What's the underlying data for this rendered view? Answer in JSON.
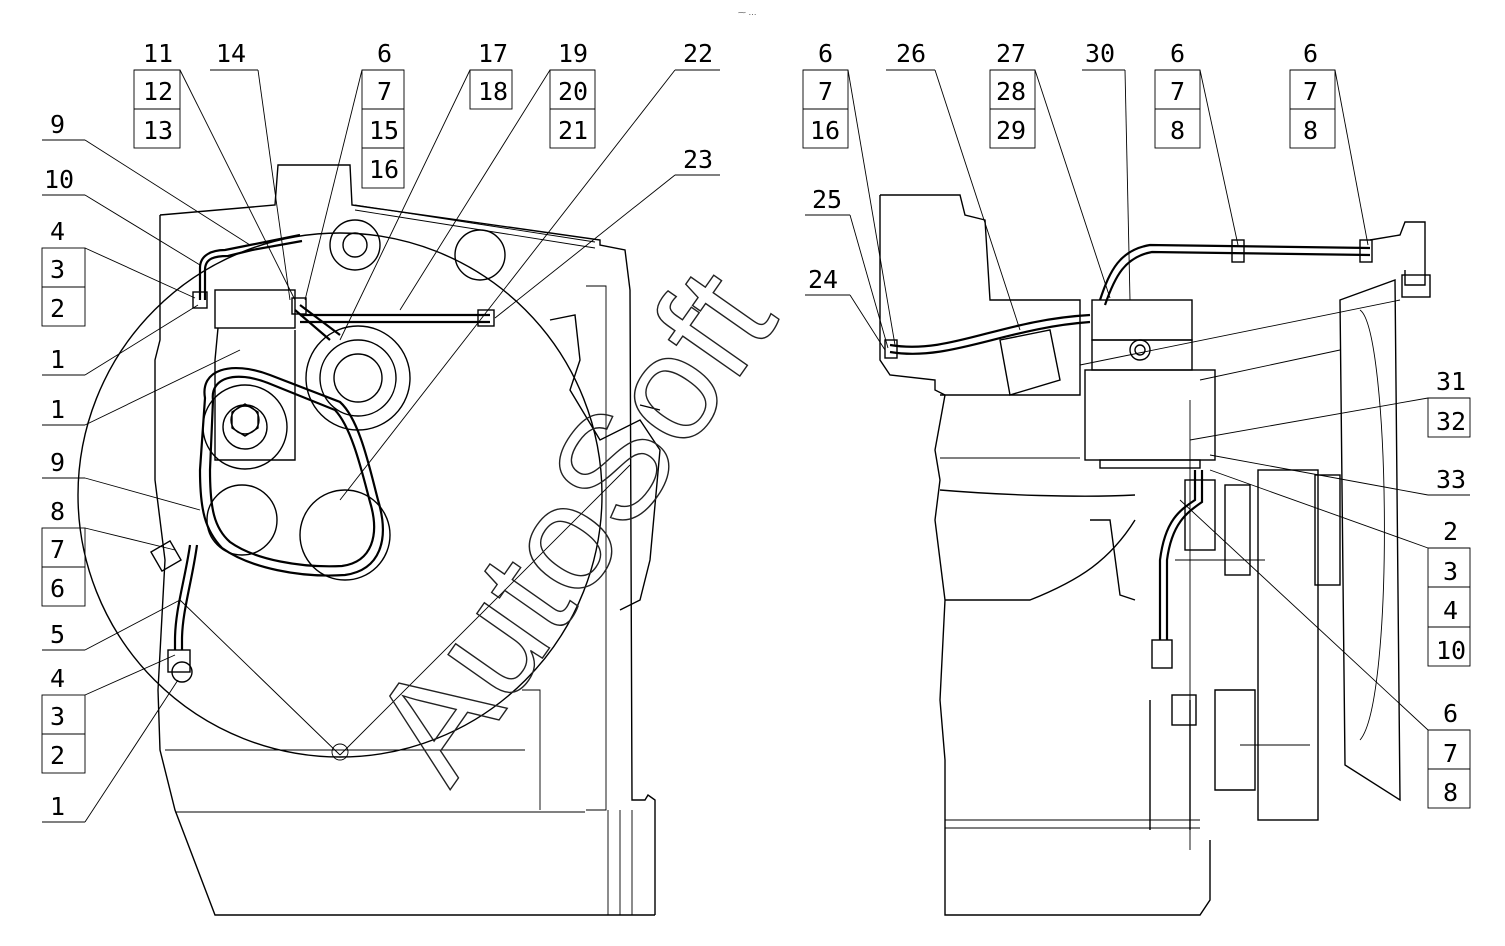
{
  "top_mark": "⁓ …",
  "watermark": "AutoSoft",
  "left_view": {
    "callouts_top": [
      {
        "labels": [
          "11",
          "12",
          "13"
        ]
      },
      {
        "labels": [
          "14"
        ]
      },
      {
        "labels": [
          "6",
          "7",
          "15",
          "16"
        ]
      },
      {
        "labels": [
          "17",
          "18"
        ]
      },
      {
        "labels": [
          "19",
          "20",
          "21"
        ]
      },
      {
        "labels": [
          "22"
        ]
      },
      {
        "labels": [
          "23"
        ]
      }
    ],
    "callouts_side": [
      {
        "labels": [
          "9"
        ]
      },
      {
        "labels": [
          "10"
        ]
      },
      {
        "labels": [
          "4",
          "3",
          "2"
        ]
      },
      {
        "labels": [
          "1"
        ]
      },
      {
        "labels": [
          "1"
        ]
      },
      {
        "labels": [
          "9"
        ]
      },
      {
        "labels": [
          "8",
          "7",
          "6"
        ]
      },
      {
        "labels": [
          "5"
        ]
      },
      {
        "labels": [
          "4",
          "3",
          "2"
        ]
      },
      {
        "labels": [
          "1"
        ]
      }
    ]
  },
  "right_view": {
    "callouts_top": [
      {
        "labels": [
          "6",
          "7",
          "16"
        ]
      },
      {
        "labels": [
          "26"
        ]
      },
      {
        "labels": [
          "27",
          "28",
          "29"
        ]
      },
      {
        "labels": [
          "30"
        ]
      },
      {
        "labels": [
          "6",
          "7",
          "8"
        ]
      },
      {
        "labels": [
          "6",
          "7",
          "8"
        ]
      },
      {
        "labels": [
          "25"
        ]
      },
      {
        "labels": [
          "24"
        ]
      }
    ],
    "callouts_side": [
      {
        "labels": [
          "31",
          "32"
        ]
      },
      {
        "labels": [
          "33"
        ]
      },
      {
        "labels": [
          "2",
          "3",
          "4",
          "10"
        ]
      },
      {
        "labels": [
          "6",
          "7",
          "8"
        ]
      }
    ]
  }
}
